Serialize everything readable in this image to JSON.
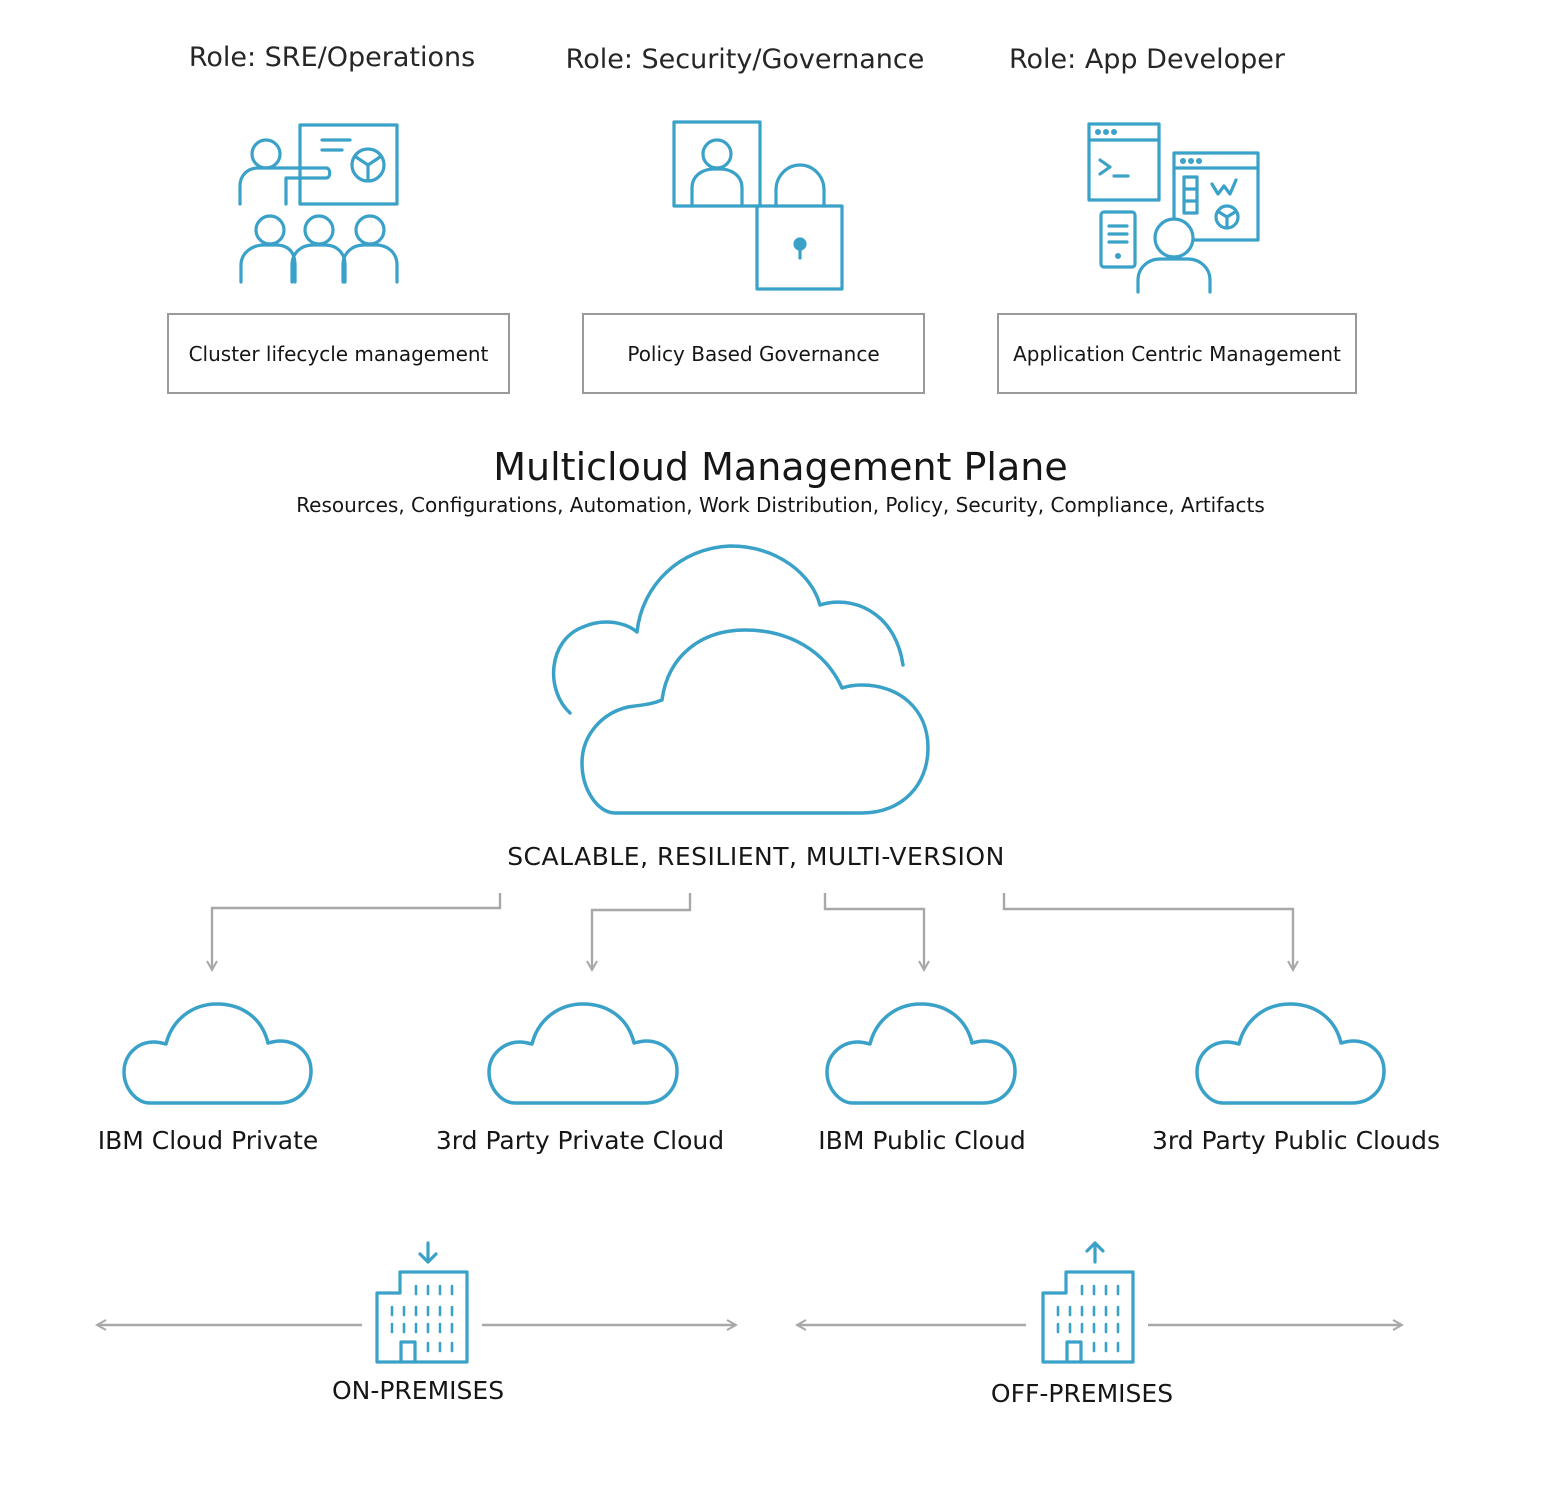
{
  "roles": [
    {
      "label": "Role: SRE/Operations",
      "capability": "Cluster lifecycle management",
      "icon": "presentation-team-icon"
    },
    {
      "label": "Role: Security/Governance",
      "capability": "Policy Based Governance",
      "icon": "user-lock-icon"
    },
    {
      "label": "Role: App Developer",
      "capability": "Application Centric Management",
      "icon": "developer-devices-icon"
    }
  ],
  "plane": {
    "title": "Multicloud Management Plane",
    "subtitle": "Resources, Configurations, Automation, Work Distribution, Policy, Security, Compliance, Artifacts",
    "tagline": "SCALABLE, RESILIENT, MULTI-VERSION"
  },
  "clouds": [
    {
      "label": "IBM Cloud Private"
    },
    {
      "label": "3rd Party Private Cloud"
    },
    {
      "label": "IBM Public Cloud"
    },
    {
      "label": "3rd Party Public Clouds"
    }
  ],
  "premises": [
    {
      "label": "ON-PREMISES",
      "icon": "building-inbound-icon"
    },
    {
      "label": "OFF-PREMISES",
      "icon": "building-outbound-icon"
    }
  ],
  "colors": {
    "accent": "#3aa1c8",
    "connector": "#a8a8a8",
    "box_border": "#9a9a9a"
  }
}
